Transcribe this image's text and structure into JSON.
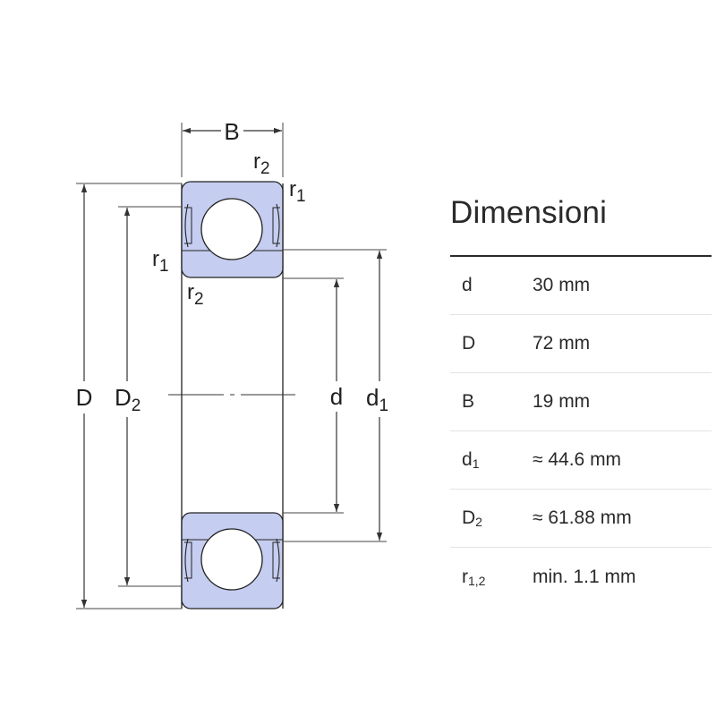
{
  "diagram": {
    "labels": {
      "B": "B",
      "D": "D",
      "D2": {
        "main": "D",
        "sub": "2"
      },
      "d": "d",
      "d1": {
        "main": "d",
        "sub": "1"
      },
      "r1_top": {
        "main": "r",
        "sub": "1"
      },
      "r2_top": {
        "main": "r",
        "sub": "2"
      },
      "r1_left": {
        "main": "r",
        "sub": "1"
      },
      "r2_left": {
        "main": "r",
        "sub": "2"
      }
    },
    "colors": {
      "ring_fill": "#c5cdf0",
      "outline": "#222222",
      "dimension_line": "#333333"
    }
  },
  "panel": {
    "title": "Dimensioni",
    "rows": [
      {
        "symbol": "d",
        "sub": "",
        "value": "30 mm"
      },
      {
        "symbol": "D",
        "sub": "",
        "value": "72 mm"
      },
      {
        "symbol": "B",
        "sub": "",
        "value": "19 mm"
      },
      {
        "symbol": "d",
        "sub": "1",
        "value": "≈ 44.6 mm"
      },
      {
        "symbol": "D",
        "sub": "2",
        "value": "≈ 61.88 mm"
      },
      {
        "symbol": "r",
        "sub": "1,2",
        "value": "min. 1.1 mm"
      }
    ]
  }
}
